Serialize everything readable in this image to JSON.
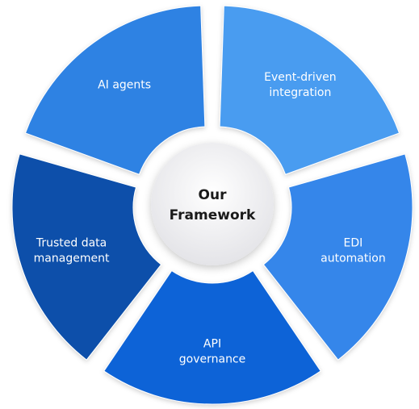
{
  "center": {
    "line1": "Our",
    "line2": "Framework"
  },
  "segments": [
    {
      "id": "ai-agents",
      "lines": [
        "AI agents"
      ],
      "color": "#2F82E3"
    },
    {
      "id": "event-driven-integration",
      "lines": [
        "Event-driven",
        "integration"
      ],
      "color": "#4A9CF0"
    },
    {
      "id": "edi-automation",
      "lines": [
        "EDI",
        "automation"
      ],
      "color": "#3586EA"
    },
    {
      "id": "api-governance",
      "lines": [
        "API",
        "governance"
      ],
      "color": "#0F63D7"
    },
    {
      "id": "trusted-data-management",
      "lines": [
        "Trusted data",
        "management"
      ],
      "color": "#084FAA"
    }
  ],
  "colors": {
    "center_fill": "#f4f4f6",
    "center_text": "#1a1a1a",
    "label_text": "#ffffff"
  }
}
